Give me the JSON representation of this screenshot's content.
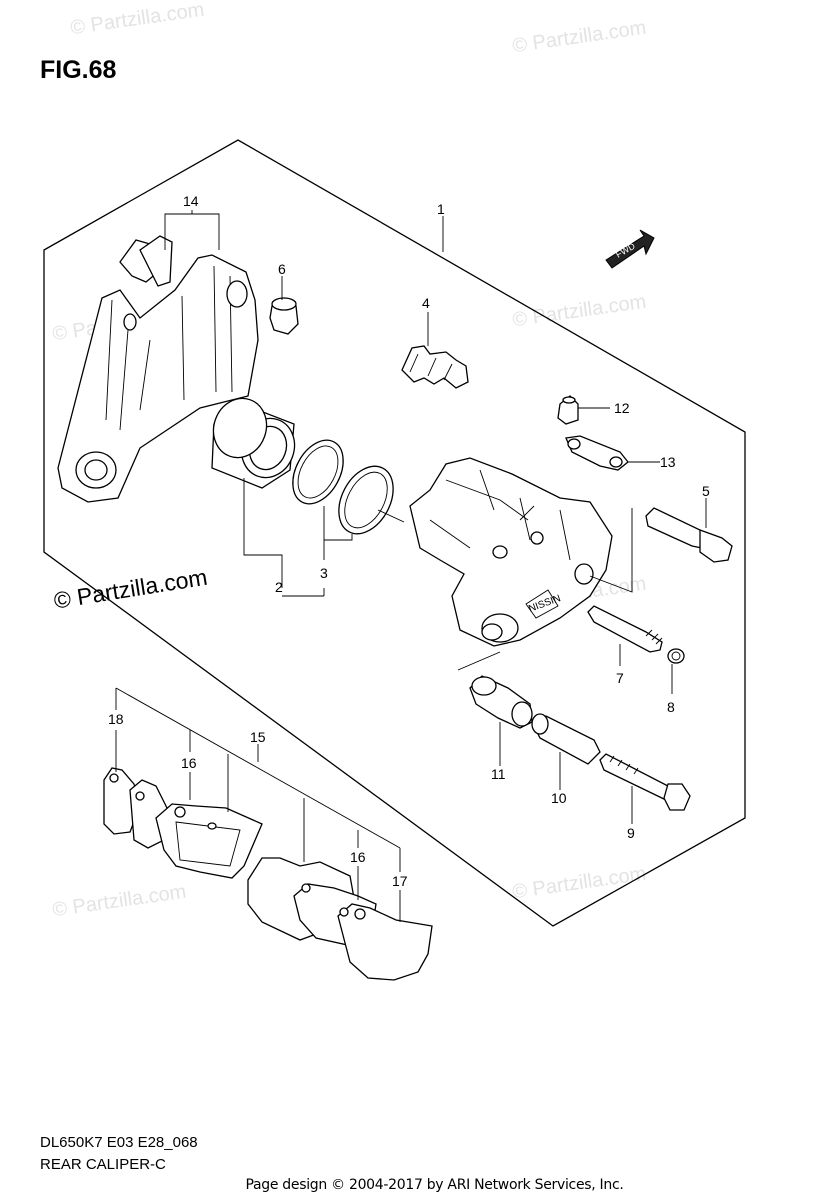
{
  "figure_label": "FIG.68",
  "diagram_code": "DL650K7 E03 E28_068",
  "diagram_name": "REAR CALIPER-C",
  "footer": "Page design © 2004-2017 by ARI Network Services, Inc.",
  "watermark_text": "© Partzilla.com",
  "fwd_arrow_label": "FWD",
  "pad_label": "NISSIN",
  "callouts": {
    "c1": "1",
    "c2": "2",
    "c3": "3",
    "c4": "4",
    "c5": "5",
    "c6": "6",
    "c7": "7",
    "c8": "8",
    "c9": "9",
    "c10": "10",
    "c11": "11",
    "c12": "12",
    "c13": "13",
    "c14": "14",
    "c15": "15",
    "c16a": "16",
    "c16b": "16",
    "c17": "17",
    "c18": "18"
  }
}
